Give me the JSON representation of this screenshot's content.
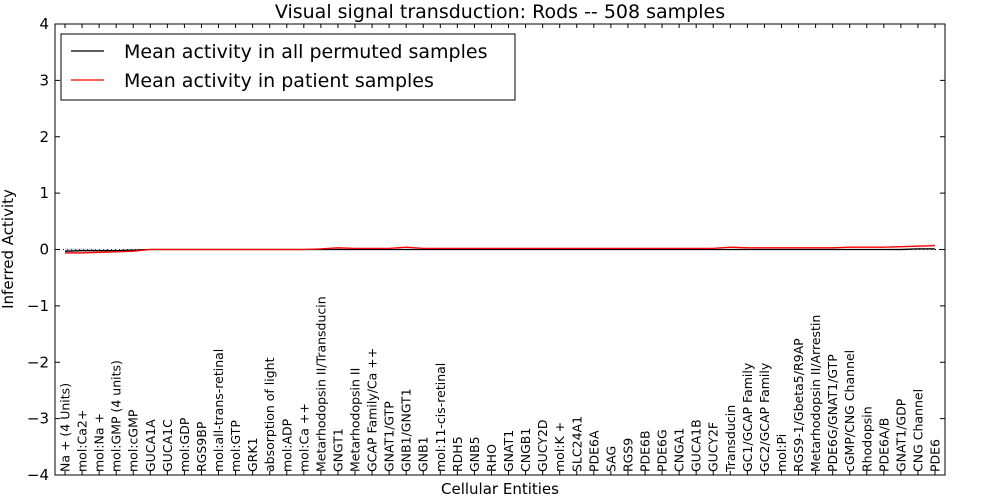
{
  "chart_data": {
    "type": "line",
    "title": "Visual signal transduction: Rods -- 508 samples",
    "xlabel": "Cellular Entities",
    "ylabel": "Inferred Activity",
    "ylim": [
      -4,
      4
    ],
    "yticks": [
      "−4",
      "−3",
      "−2",
      "−1",
      "0",
      "1",
      "2",
      "3",
      "4"
    ],
    "grid": false,
    "legend_position": "top-left",
    "categories": [
      "Na + (4 Units)",
      "mol:Ca2+",
      "mol:Na +",
      "mol:GMP (4 units)",
      "mol:cGMP",
      "GUCA1A",
      "GUCA1C",
      "mol:GDP",
      "RGS9BP",
      "mol:all-trans-retinal",
      "mol:GTP",
      "GRK1",
      "absorption of light",
      "mol:ADP",
      "mol:Ca ++",
      "Metarhodopsin II/Transducin",
      "GNGT1",
      "Metarhodopsin II",
      "GCAP Family/Ca ++",
      "GNAT1/GTP",
      "GNB1/GNGT1",
      "GNB1",
      "mol:11-cis-retinal",
      "RDH5",
      "GNB5",
      "RHO",
      "GNAT1",
      "CNGB1",
      "GUCY2D",
      "mol:K +",
      "SLC24A1",
      "PDE6A",
      "SAG",
      "RGS9",
      "PDE6B",
      "PDE6G",
      "CNGA1",
      "GUCA1B",
      "GUCY2F",
      "Transducin",
      "GC1/GCAP Family",
      "GC2/GCAP Family",
      "mol:Pi",
      "RGS9-1/Gbeta5/R9AP",
      "Metarhodopsin II/Arrestin",
      "PDE6G/GNAT1/GTP",
      "cGMP/CNG Channel",
      "Rhodopsin",
      "PDE6A/B",
      "GNAT1/GDP",
      "CNG Channel",
      "PDE6"
    ],
    "series": [
      {
        "name": "Mean activity in all permuted samples",
        "color": "#000000",
        "values": [
          -0.03,
          -0.02,
          -0.02,
          -0.02,
          -0.01,
          0.0,
          0.0,
          0.0,
          0.0,
          0.0,
          0.0,
          0.0,
          0.0,
          0.0,
          0.0,
          0.0,
          0.0,
          0.0,
          0.0,
          0.0,
          0.0,
          0.0,
          0.0,
          0.0,
          0.0,
          0.0,
          0.0,
          0.0,
          0.0,
          0.0,
          0.0,
          0.0,
          0.0,
          0.0,
          0.0,
          0.0,
          0.0,
          0.0,
          0.0,
          0.0,
          0.0,
          0.0,
          0.0,
          0.0,
          0.0,
          0.0,
          0.0,
          0.0,
          0.0,
          0.0,
          0.01,
          0.01
        ],
        "band": [
          0.05,
          0.04,
          0.03,
          0.02,
          0.02,
          0.01,
          0.01,
          0.01,
          0.01,
          0.01,
          0.01,
          0.01,
          0.01,
          0.01,
          0.01,
          0.01,
          0.01,
          0.01,
          0.01,
          0.01,
          0.01,
          0.01,
          0.01,
          0.01,
          0.01,
          0.01,
          0.01,
          0.01,
          0.01,
          0.01,
          0.01,
          0.01,
          0.01,
          0.01,
          0.01,
          0.01,
          0.01,
          0.01,
          0.01,
          0.01,
          0.01,
          0.01,
          0.01,
          0.01,
          0.01,
          0.01,
          0.01,
          0.01,
          0.01,
          0.02,
          0.02,
          0.02
        ]
      },
      {
        "name": "Mean activity in patient samples",
        "color": "#ff0000",
        "values": [
          -0.06,
          -0.06,
          -0.05,
          -0.04,
          -0.03,
          0.0,
          0.0,
          0.0,
          0.0,
          0.0,
          0.0,
          0.0,
          0.0,
          0.0,
          0.0,
          0.01,
          0.03,
          0.02,
          0.02,
          0.02,
          0.04,
          0.02,
          0.02,
          0.02,
          0.02,
          0.02,
          0.02,
          0.02,
          0.02,
          0.02,
          0.02,
          0.02,
          0.02,
          0.02,
          0.02,
          0.02,
          0.02,
          0.02,
          0.02,
          0.04,
          0.03,
          0.03,
          0.03,
          0.03,
          0.03,
          0.03,
          0.04,
          0.04,
          0.04,
          0.05,
          0.06,
          0.07
        ],
        "band": [
          0.02,
          0.02,
          0.02,
          0.01,
          0.01,
          0.01,
          0.01,
          0.01,
          0.01,
          0.01,
          0.01,
          0.01,
          0.01,
          0.01,
          0.01,
          0.01,
          0.01,
          0.01,
          0.01,
          0.01,
          0.01,
          0.01,
          0.01,
          0.01,
          0.01,
          0.01,
          0.01,
          0.01,
          0.01,
          0.01,
          0.01,
          0.01,
          0.01,
          0.01,
          0.01,
          0.01,
          0.01,
          0.01,
          0.01,
          0.01,
          0.01,
          0.01,
          0.01,
          0.01,
          0.01,
          0.01,
          0.01,
          0.01,
          0.01,
          0.01,
          0.02,
          0.02
        ]
      }
    ],
    "baseline": 0
  }
}
